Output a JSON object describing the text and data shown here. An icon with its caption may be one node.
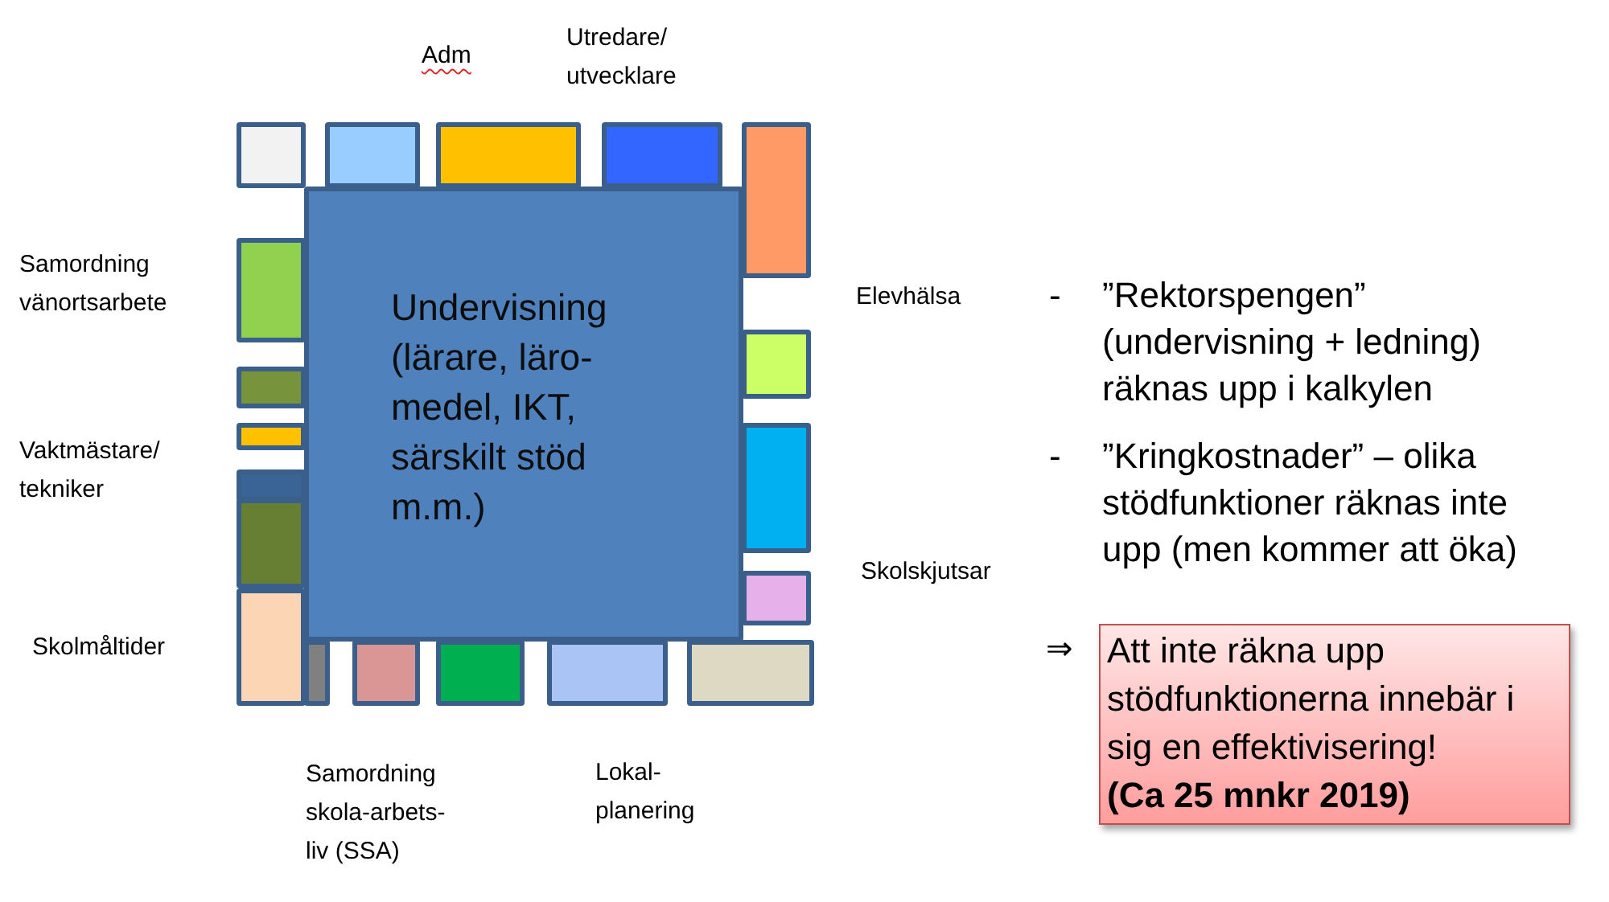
{
  "diagram": {
    "nodes": [
      {
        "text": [],
        "shape": "box"
      },
      {
        "text": [],
        "shape": "box"
      },
      {
        "text": [],
        "shape": "box"
      },
      {
        "text": [],
        "shape": "box"
      },
      {
        "text": [],
        "shape": "box"
      },
      {
        "text": [],
        "shape": "box"
      },
      {
        "text": [],
        "shape": "box"
      },
      {
        "text": [],
        "shape": "box"
      },
      {
        "text": [],
        "shape": "box"
      },
      {
        "text": [],
        "shape": "box"
      },
      {
        "text": [],
        "shape": "box"
      },
      {
        "text": [
          "Undervisning (lärare, läro- medel, IKT, särskilt stöd m.m.)"
        ]
      },
      {
        "text": [],
        "shape": "box"
      },
      {
        "text": [],
        "shape": "box"
      },
      {
        "text": [],
        "shape": "box"
      },
      {
        "text": [],
        "shape": "box"
      },
      {
        "text": [],
        "shape": "box"
      },
      {
        "text": [],
        "shape": "box"
      },
      {
        "text": [],
        "shape": "box"
      },
      {
        "text": [],
        "shape": "box"
      },
      {
        "text": [
          "Att inte räkna upp stödfunktionerna innebär i sig en effektivisering!",
          "(Ca 25 mnkr 2019)"
        ],
        "beside": [
          "⇒"
        ]
      }
    ],
    "labels": [
      "Adm",
      "Utredare/ utvecklare",
      "Samordning vänortsarbete",
      "Vaktmästare/ tekniker",
      "Skolmåltider",
      "Samordning skola-arbets- liv (SSA)",
      "Lokal- planering",
      "Elevhälsa",
      "Skolskjutsar",
      "-",
      "”Rektorspengen” (undervisning + ledning) räknas upp i kalkylen",
      "-",
      "”Kringkostnader” – olika stödfunktioner räknas inte upp (men kommer att öka)"
    ]
  }
}
